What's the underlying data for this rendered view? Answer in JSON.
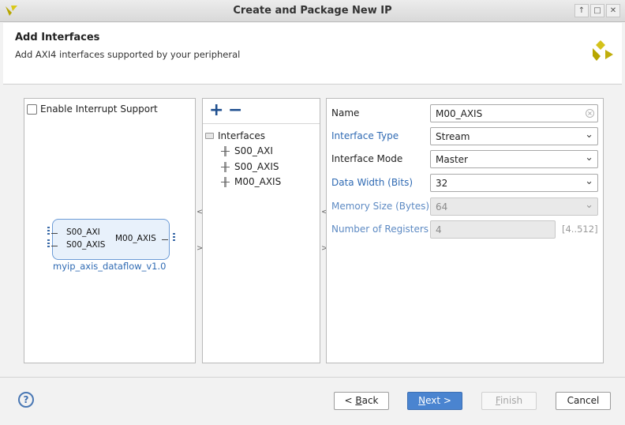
{
  "window": {
    "title": "Create and Package New IP",
    "controls": [
      "up",
      "restore",
      "close"
    ]
  },
  "header": {
    "title": "Add Interfaces",
    "subtitle": "Add AXI4 interfaces supported by your peripheral"
  },
  "left_panel": {
    "interrupt_checkbox": {
      "label": "Enable Interrupt Support",
      "checked": false
    },
    "ip": {
      "name": "myip_axis_dataflow_v1.0",
      "inputs": [
        "S00_AXI",
        "S00_AXIS"
      ],
      "outputs": [
        "M00_AXIS"
      ]
    }
  },
  "middle_panel": {
    "add_icon": "+",
    "remove_icon": "−",
    "tree": {
      "root": "Interfaces",
      "items": [
        "S00_AXI",
        "S00_AXIS",
        "M00_AXIS"
      ]
    }
  },
  "splitter": {
    "left": "<",
    "right": ">"
  },
  "form": {
    "name": {
      "label": "Name",
      "value": "M00_AXIS"
    },
    "interface_type": {
      "label": "Interface Type",
      "value": "Stream"
    },
    "interface_mode": {
      "label": "Interface Mode",
      "value": "Master"
    },
    "data_width": {
      "label": "Data Width (Bits)",
      "value": "32"
    },
    "memory_size": {
      "label": "Memory Size (Bytes)",
      "value": "64"
    },
    "num_registers": {
      "label": "Number of Registers",
      "value": "4",
      "range": "[4..512]"
    }
  },
  "footer": {
    "help": "?",
    "back": {
      "prefix": "< ",
      "mnemonic": "B",
      "rest": "ack"
    },
    "next": {
      "mnemonic": "N",
      "rest": "ext >"
    },
    "finish": {
      "mnemonic": "F",
      "rest": "inish"
    },
    "cancel": "Cancel"
  },
  "colors": {
    "accent": "#4a84d0",
    "link": "#2f6ab3",
    "brand": "#b7a600"
  }
}
